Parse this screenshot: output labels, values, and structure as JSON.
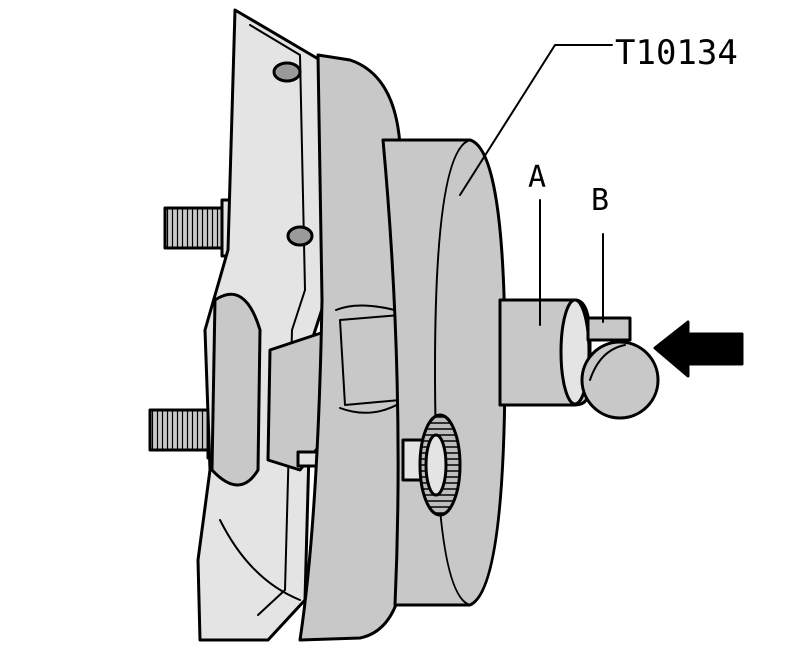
{
  "labels": {
    "tool": "T10134",
    "a": "A",
    "b": "B"
  },
  "colors": {
    "line": "#000000",
    "fill_gray": "#c8c8c8",
    "fill_light": "#e4e4e4",
    "fill_white": "#ffffff",
    "fill_dark": "#9a9a9a"
  }
}
